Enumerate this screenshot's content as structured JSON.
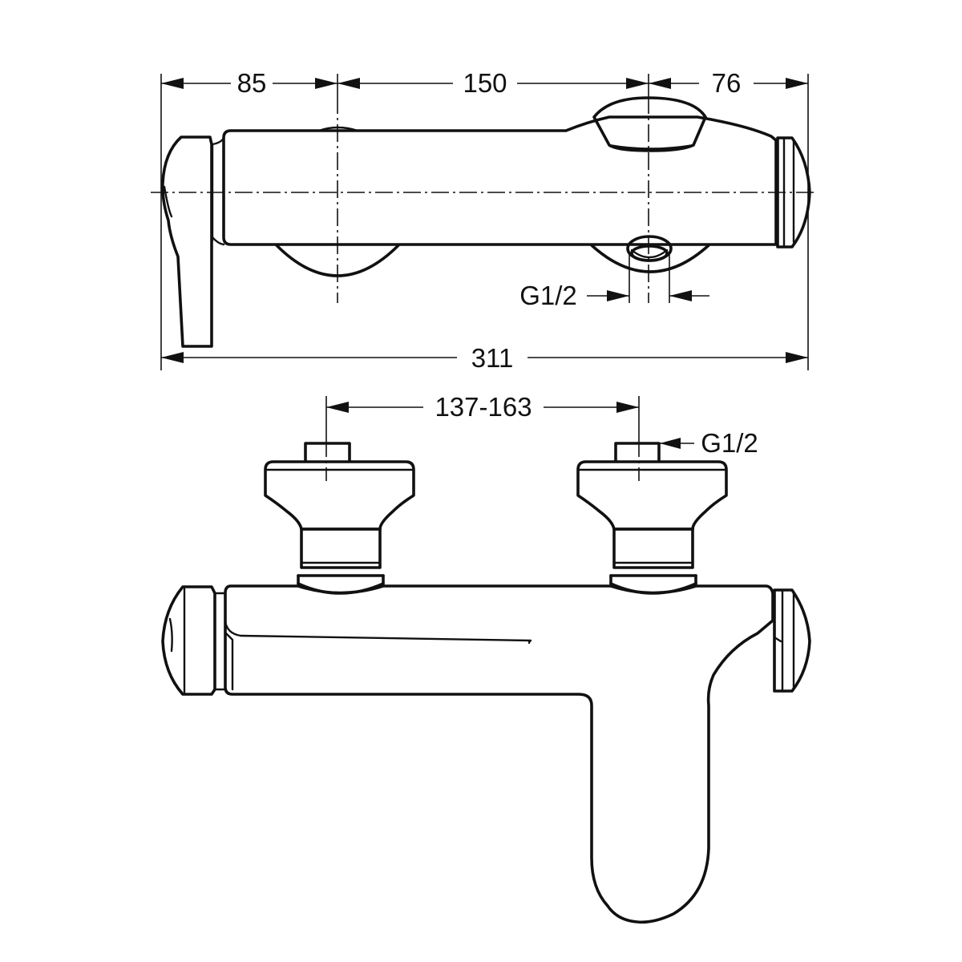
{
  "dimensions": {
    "left_offset": "85",
    "center_spacing": "150",
    "right_offset": "76",
    "total_length": "311",
    "connection_range": "137-163"
  },
  "thread_labels": {
    "outlet_thread": "G1/2",
    "inlet_thread": "G1/2"
  }
}
